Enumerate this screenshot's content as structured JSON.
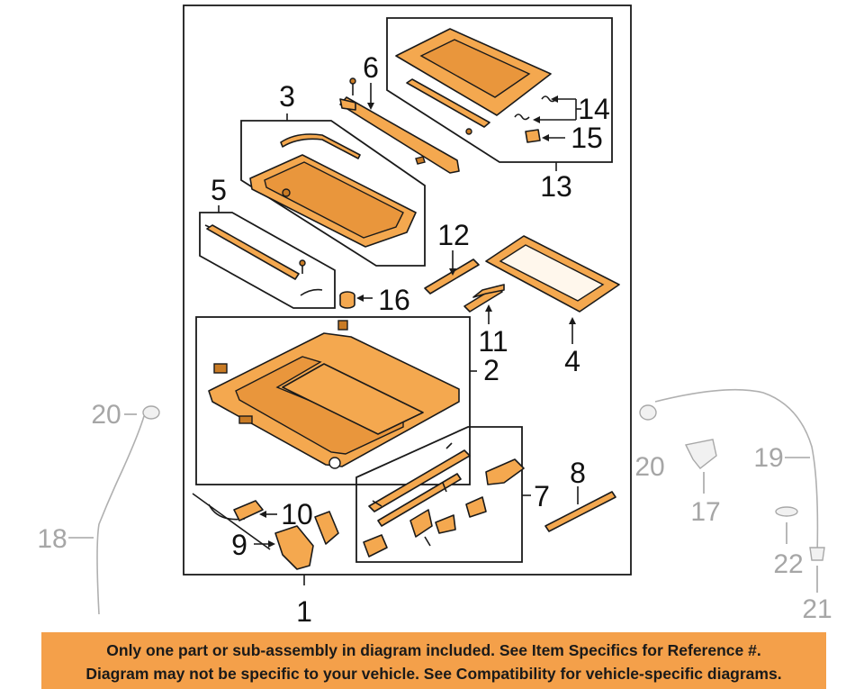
{
  "callouts": {
    "c1": "1",
    "c2": "2",
    "c3": "3",
    "c4": "4",
    "c5": "5",
    "c6": "6",
    "c7": "7",
    "c8": "8",
    "c9": "9",
    "c10": "10",
    "c11": "11",
    "c12": "12",
    "c13": "13",
    "c14": "14",
    "c15": "15",
    "c16": "16",
    "c17": "17",
    "c18": "18",
    "c19": "19",
    "c20_left": "20",
    "c20_right": "20",
    "c21": "21",
    "c22": "22"
  },
  "notice": {
    "line1": "Only one part or sub-assembly in diagram included. See Item Specifics for Reference #.",
    "line2": "Diagram may not be specific to your vehicle. See Compatibility for vehicle-specific diagrams."
  },
  "colors": {
    "part_fill": "#f4a84f",
    "notice_bg": "#f4a04a",
    "outline": "#1a1a1a",
    "not_shown": "#a6a6a6"
  }
}
